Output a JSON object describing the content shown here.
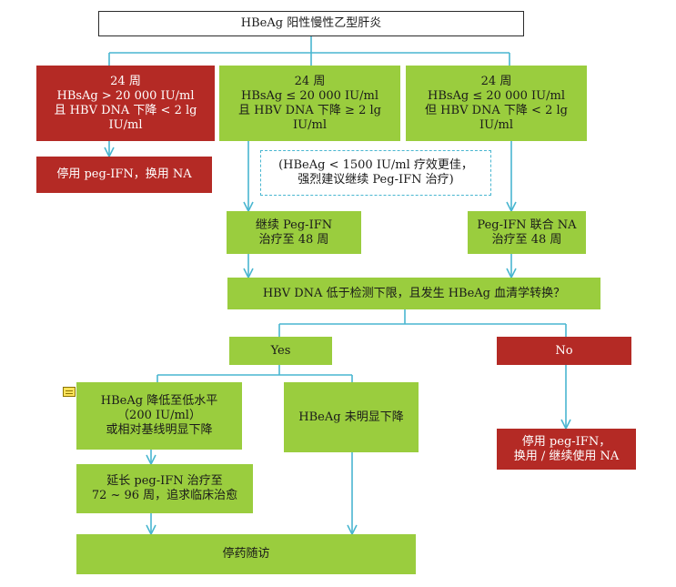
{
  "colors": {
    "red": "#b42a25",
    "green": "#9acd3e",
    "connector": "#49b6d0",
    "border": "#2b2b2b"
  },
  "icons": {
    "note": "note-icon"
  },
  "nodes": {
    "root": {
      "lines": [
        "HBeAg 阳性慢性乙型肝炎"
      ]
    },
    "w24a": {
      "lines": [
        "24 周",
        "HBsAg > 20 000 IU/ml",
        "且 HBV DNA 下降 < 2 lg",
        "IU/ml"
      ]
    },
    "w24b": {
      "lines": [
        "24 周",
        "HBsAg ≤ 20 000 IU/ml",
        "且 HBV DNA 下降 ≥ 2 lg",
        "IU/ml"
      ]
    },
    "w24c": {
      "lines": [
        "24 周",
        "HBsAg ≤ 20 000 IU/ml",
        "但 HBV DNA 下降 < 2 lg",
        "IU/ml"
      ]
    },
    "stop1": {
      "lines": [
        "停用 peg-IFN，换用 NA"
      ]
    },
    "note": {
      "lines": [
        "(HBeAg < 1500 IU/ml 疗效更佳，",
        "强烈建议继续 Peg-IFN 治疗)"
      ]
    },
    "cont": {
      "lines": [
        "继续 Peg-IFN",
        "治疗至 48 周"
      ]
    },
    "combo": {
      "lines": [
        "Peg-IFN 联合 NA",
        "治疗至 48 周"
      ]
    },
    "question": {
      "lines": [
        "HBV DNA 低于检测下限，且发生 HBeAg 血清学转换？"
      ]
    },
    "yes": {
      "lines": [
        "Yes"
      ]
    },
    "no": {
      "lines": [
        "No"
      ]
    },
    "low": {
      "lines": [
        "HBeAg 降低至低水平",
        "（200 IU/ml）",
        "或相对基线明显下降"
      ]
    },
    "notdown": {
      "lines": [
        "HBeAg 未明显下降"
      ]
    },
    "stop2": {
      "lines": [
        "停用 peg-IFN，",
        "换用 / 继续使用 NA"
      ]
    },
    "extend": {
      "lines": [
        "延长 peg-IFN 治疗至",
        "72 ~ 96 周，追求临床治愈"
      ]
    },
    "final": {
      "lines": [
        "停药随访"
      ]
    }
  }
}
